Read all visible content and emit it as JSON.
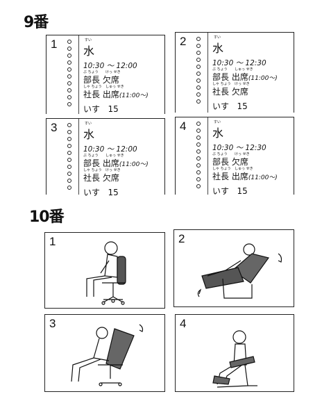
{
  "q9": {
    "title": "9番",
    "panels": [
      {
        "num": "1",
        "day": "水",
        "day_ruby": "すい",
        "time": "10:30 〜 12:00",
        "r1_label": "部長",
        "r1_label_ruby": "ぶ ちょう",
        "r1_status": "欠席",
        "r1_status_ruby": "けっ せき",
        "r1_extra": "",
        "r2_label": "社長",
        "r2_label_ruby": "しゃ ちょう",
        "r2_status": "出席",
        "r2_status_ruby": "しゅっ せき",
        "r2_extra": "(11:00〜)",
        "r3_label": "いす",
        "r3_value": "15"
      },
      {
        "num": "2",
        "day": "水",
        "day_ruby": "すい",
        "time": "10:30 〜 12:30",
        "r1_label": "部長",
        "r1_label_ruby": "ぶ ちょう",
        "r1_status": "出席",
        "r1_status_ruby": "しゅっ せき",
        "r1_extra": "(11:00〜)",
        "r2_label": "社長",
        "r2_label_ruby": "しゃ ちょう",
        "r2_status": "欠席",
        "r2_status_ruby": "けっ せき",
        "r2_extra": "",
        "r3_label": "いす",
        "r3_value": "15"
      },
      {
        "num": "3",
        "day": "水",
        "day_ruby": "すい",
        "time": "10:30 〜 12:00",
        "r1_label": "部長",
        "r1_label_ruby": "ぶ ちょう",
        "r1_status": "出席",
        "r1_status_ruby": "しゅっ せき",
        "r1_extra": "(11:00〜)",
        "r2_label": "社長",
        "r2_label_ruby": "しゃ ちょう",
        "r2_status": "欠席",
        "r2_status_ruby": "けっ せき",
        "r2_extra": "",
        "r3_label": "いす",
        "r3_value": "15"
      },
      {
        "num": "4",
        "day": "水",
        "day_ruby": "すい",
        "time": "10:30 〜 12:30",
        "r1_label": "部長",
        "r1_label_ruby": "ぶ ちょう",
        "r1_status": "欠席",
        "r1_status_ruby": "けっ せき",
        "r1_extra": "",
        "r2_label": "社長",
        "r2_label_ruby": "しゃ ちょう",
        "r2_status": "出席",
        "r2_status_ruby": "しゅっ せき",
        "r2_extra": "(11:00〜)",
        "r3_label": "いす",
        "r3_value": "15"
      }
    ]
  },
  "q10": {
    "title": "10番",
    "panels": [
      {
        "num": "1"
      },
      {
        "num": "2"
      },
      {
        "num": "3"
      },
      {
        "num": "4"
      }
    ]
  }
}
